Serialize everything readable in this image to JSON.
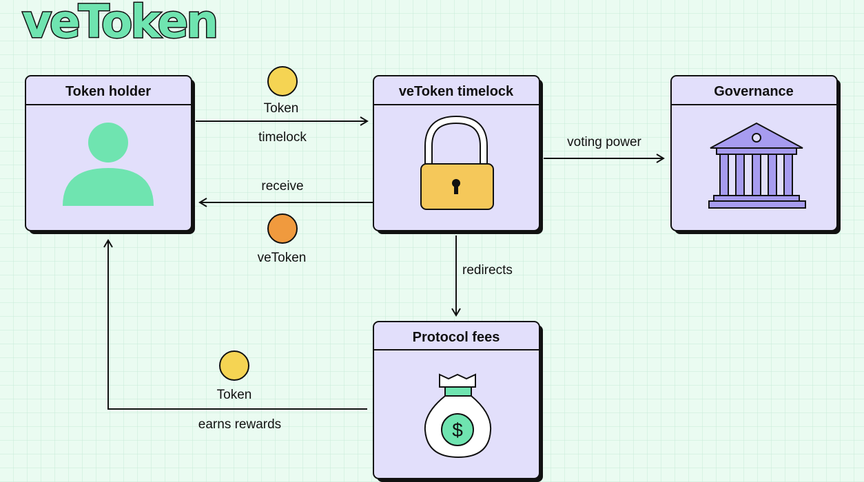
{
  "title": "veToken",
  "nodes": {
    "holder": "Token holder",
    "timelock": "veToken timelock",
    "governance": "Governance",
    "fees": "Protocol fees"
  },
  "edges": {
    "token_top": "Token",
    "timelock": "timelock",
    "receive": "receive",
    "vetoken": "veToken",
    "voting_power": "voting power",
    "redirects": "redirects",
    "token_bottom": "Token",
    "earns_rewards": "earns rewards"
  },
  "colors": {
    "background": "#eafbf1",
    "box": "#e2dffb",
    "accent": "#6fe4b0",
    "token": "#f5d453",
    "vetoken": "#f09a3e",
    "lock": "#f5c85a",
    "bank": "#a79cf0"
  }
}
